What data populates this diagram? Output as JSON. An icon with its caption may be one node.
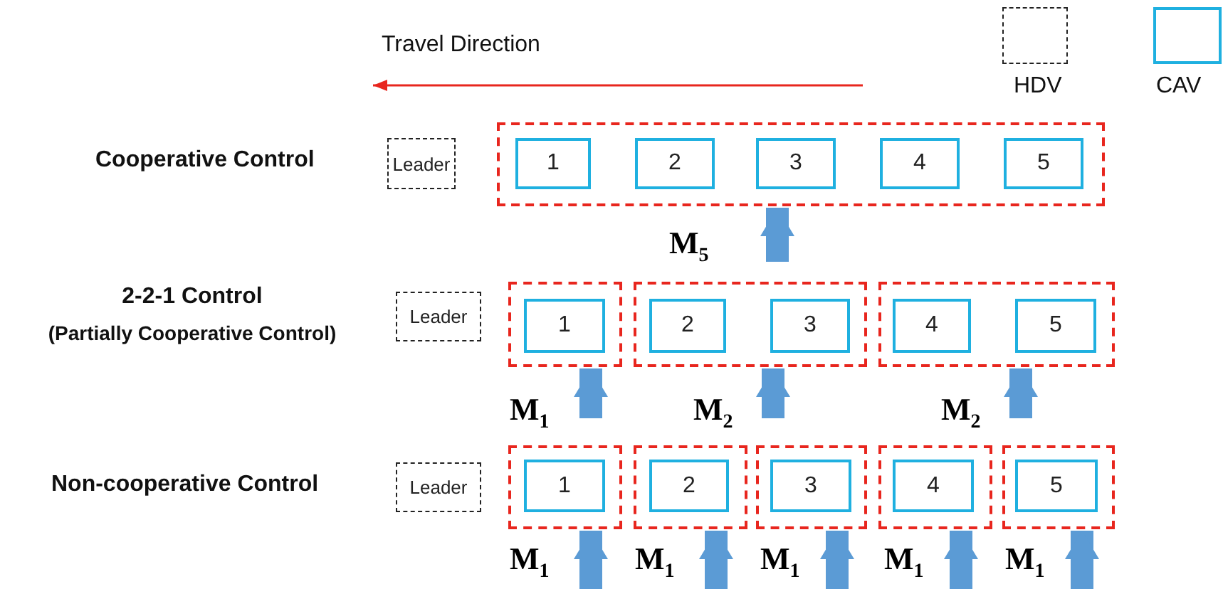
{
  "diagram": {
    "nodes": [
      {
        "text": [
          "Leader"
        ]
      },
      {
        "text": [],
        "shape": "box"
      },
      {
        "text": [
          "1"
        ],
        "in": 1
      },
      {
        "text": [
          "2"
        ],
        "in": 1
      },
      {
        "text": [
          "3"
        ],
        "in": 1
      },
      {
        "text": [
          "4"
        ],
        "in": 1
      },
      {
        "text": [
          "5"
        ],
        "in": 1
      },
      {
        "text": [
          "Leader"
        ]
      },
      {
        "text": [],
        "shape": "box"
      },
      {
        "text": [
          "1"
        ],
        "in": 8
      },
      {
        "text": [],
        "shape": "box"
      },
      {
        "text": [
          "2"
        ],
        "in": 10
      },
      {
        "text": [
          "3"
        ],
        "in": 10
      },
      {
        "text": [],
        "shape": "box"
      },
      {
        "text": [
          "4"
        ],
        "in": 13
      },
      {
        "text": [
          "5"
        ],
        "in": 13
      },
      {
        "text": [
          "Leader"
        ]
      },
      {
        "text": [],
        "shape": "box"
      },
      {
        "text": [
          "1"
        ],
        "in": 17
      },
      {
        "text": [],
        "shape": "box"
      },
      {
        "text": [
          "2"
        ],
        "in": 19
      },
      {
        "text": [],
        "shape": "box"
      },
      {
        "text": [
          "3"
        ],
        "in": 21
      },
      {
        "text": [],
        "shape": "box"
      },
      {
        "text": [
          "4"
        ],
        "in": 23
      },
      {
        "text": [],
        "shape": "box"
      },
      {
        "text": [
          "5"
        ],
        "in": 25
      }
    ],
    "edges": [
      {
        "from": null,
        "to": 1,
        "arrow": "to",
        "label": "M$_{5}$"
      },
      {
        "from": null,
        "to": 8,
        "arrow": "to",
        "label": "M$_{1}$"
      },
      {
        "from": null,
        "to": 10,
        "arrow": "to",
        "label": "M$_{2}$"
      },
      {
        "from": null,
        "to": 13,
        "arrow": "to",
        "label": "M$_{2}$"
      },
      {
        "from": null,
        "to": 17,
        "arrow": "to",
        "label": "M$_{1}$"
      },
      {
        "from": null,
        "to": 19,
        "arrow": "to",
        "label": "M$_{1}$"
      },
      {
        "from": null,
        "to": 21,
        "arrow": "to",
        "label": "M$_{1}$"
      },
      {
        "from": null,
        "to": 23,
        "arrow": "to",
        "label": "M$_{1}$"
      },
      {
        "from": null,
        "to": 25,
        "arrow": "to",
        "label": "M$_{1}$"
      }
    ],
    "labels": [
      "Travel Direction",
      "Cooperative Control",
      "2-2-1 Control",
      "(Partially Cooperative Control)",
      "Non-cooperative Control"
    ],
    "legend": [
      {
        "text": "HDV"
      },
      {
        "text": "CAV"
      }
    ]
  }
}
